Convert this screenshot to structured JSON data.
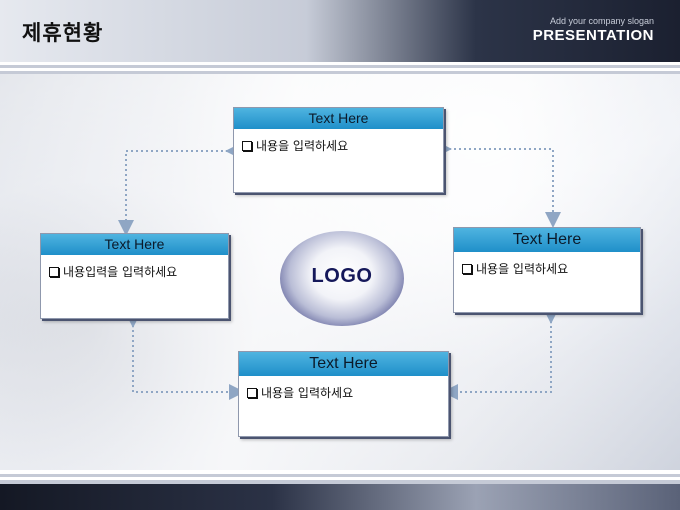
{
  "header": {
    "title": "제휴현황",
    "slogan": "Add your company slogan",
    "presentation": "PRESENTATION"
  },
  "logo": {
    "label": "LOGO"
  },
  "cards": {
    "top": {
      "title": "Text Here",
      "text": "내용을 입력하세요"
    },
    "left": {
      "title": "Text Here",
      "text": "내용입력을 입력하세요"
    },
    "right": {
      "title": "Text Here",
      "text": "내용을 입력하세요"
    },
    "bottom": {
      "title": "Text Here",
      "text": "내용을 입력하세요"
    }
  },
  "colors": {
    "card_header": "#2a9ad2",
    "connector": "#8fa6c4",
    "logo_edge": "#1f2266"
  }
}
